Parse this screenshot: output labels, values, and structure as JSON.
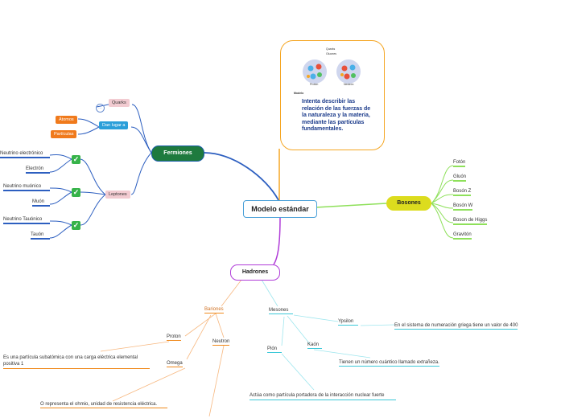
{
  "center": "Modelo estándar",
  "callout": {
    "text": "Intenta describir las relación de las fuerzas de la naturaleza y la materia, mediante las partículas fundamentales.",
    "small_labels": [
      "Quarks",
      "Gluones",
      "Protón",
      "Neutrón",
      "Modelo"
    ]
  },
  "fermiones": {
    "label": "Fermiones",
    "quarks": "Quarks",
    "dan_lugar": "Dan lugar a",
    "atomos": "Átomos",
    "particulas": "Partículas",
    "leptones": "Leptones",
    "leptons": [
      "Neutrino electrónico",
      "Electrón",
      "Neutrino muónico",
      "Muón",
      "Neutrino Tauónico",
      "Tauón"
    ]
  },
  "bosones": {
    "label": "Bosones",
    "items": [
      "Fotón",
      "Gluón",
      "Bosón Z",
      "Bosón W",
      "Boson de Higgs",
      "Gravitón"
    ]
  },
  "hadrones": {
    "label": "Hadrones",
    "bariones": "Bariones",
    "proton": "Proton",
    "proton_desc": "Es  una partícula subatómica con una carga eléctrica elemental positiva 1",
    "neutron": "Neutron",
    "omega": "Omega",
    "omega_desc": "O representa el ohmio, unidad de resistencia eléctrica.",
    "mesones": "Mesones",
    "ypsilon": "Ypsilon",
    "ypsilon_desc": "En el sistema de numeración griega tiene un valor de 400",
    "kaon": "Kaón",
    "kaon_desc": "Tienen un número cuántico llamado extrañeza.",
    "pion": "Pión",
    "pion_desc": "Actúa como partícula portadora de la interacción nuclear fuerte"
  },
  "colors": {
    "fermiones": "#1e7a3e",
    "bosones": "#dcdc1e",
    "hadrones": "#b03cd8",
    "blue_link": "#2d5fc0",
    "green_link": "#8ee05a",
    "orange": "#f08a1c",
    "cyan": "#3bc8d8"
  }
}
